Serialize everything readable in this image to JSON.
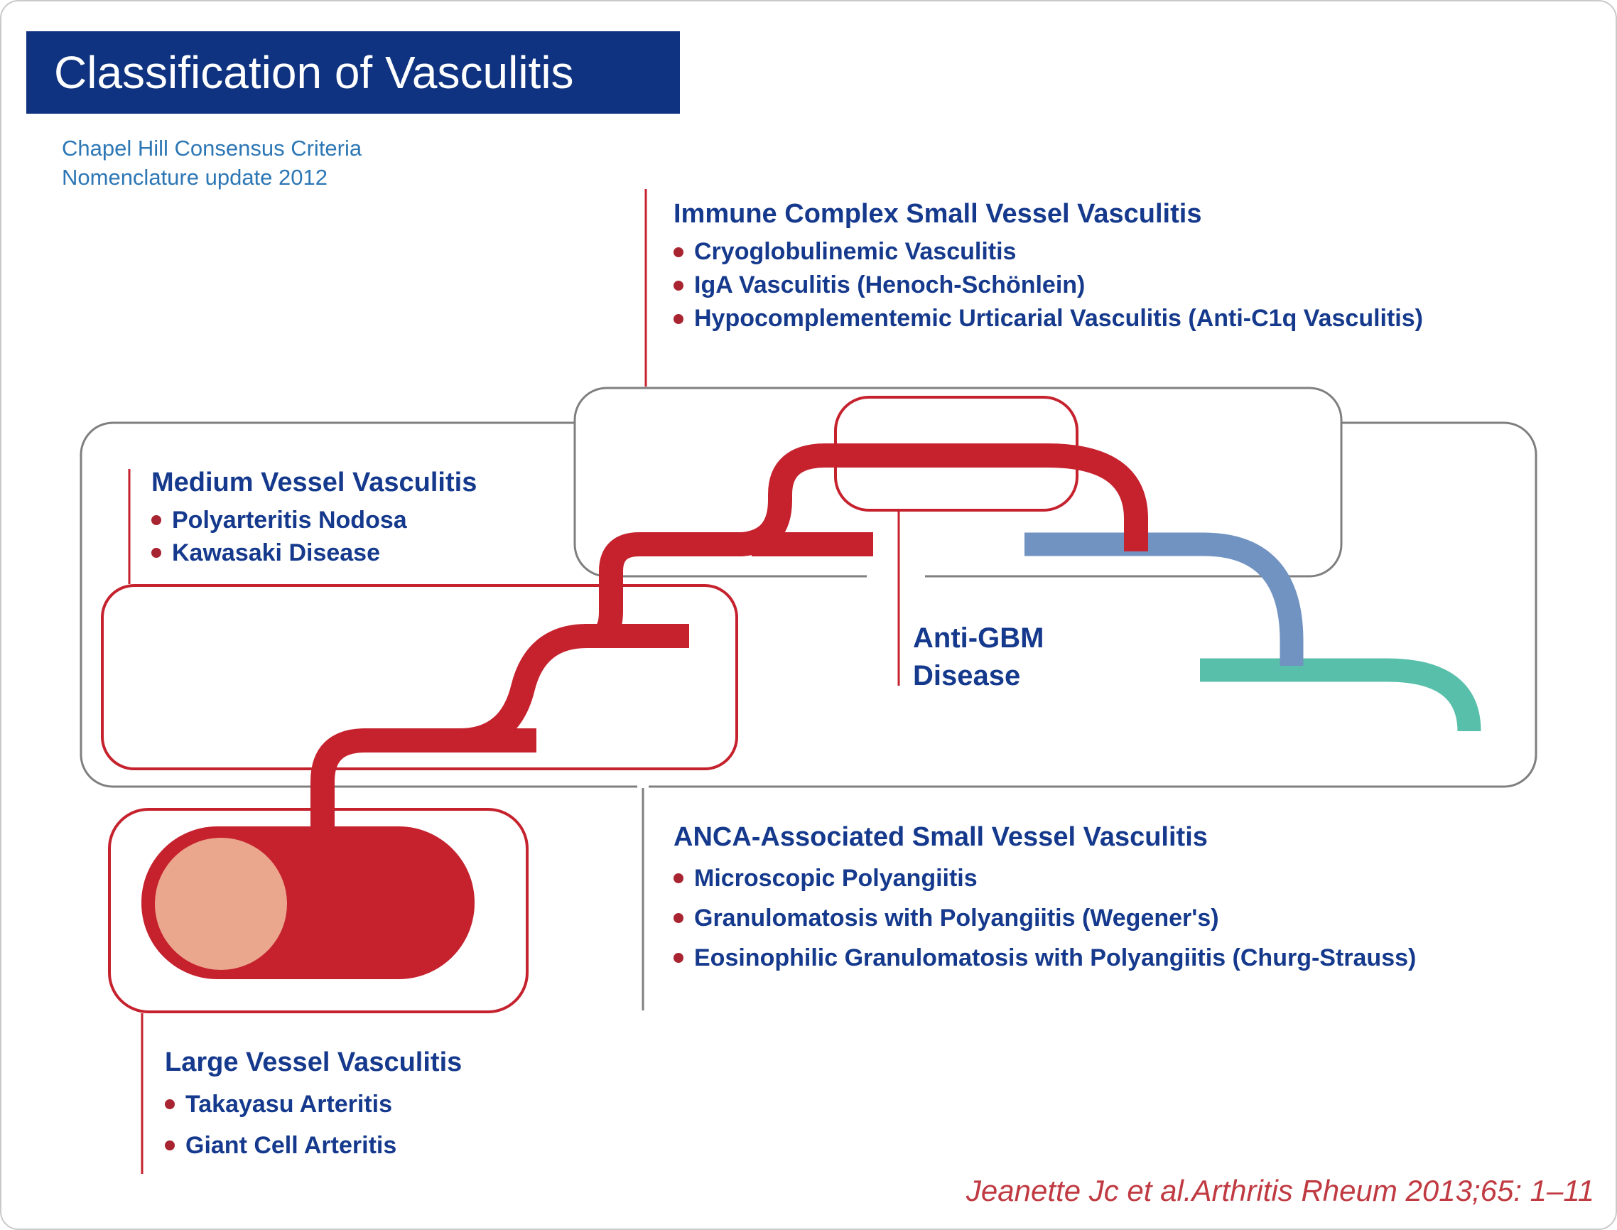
{
  "title": "Classification of Vasculitis",
  "subtitle": {
    "line1": "Chapel Hill Consensus Criteria",
    "line2": "Nomenclature update 2012"
  },
  "sections": {
    "immune_complex": {
      "heading": "Immune Complex Small Vessel Vasculitis",
      "items": [
        "Cryoglobulinemic Vasculitis",
        "IgA Vasculitis (Henoch-Schönlein)",
        "Hypocomplementemic Urticarial Vasculitis (Anti-C1q Vasculitis)"
      ]
    },
    "medium_vessel": {
      "heading": "Medium Vessel Vasculitis",
      "items": [
        "Polyarteritis Nodosa",
        "Kawasaki Disease"
      ]
    },
    "anca": {
      "heading": "ANCA-Associated Small Vessel Vasculitis",
      "items": [
        "Microscopic Polyangiitis",
        "Granulomatosis with Polyangiitis (Wegener's)",
        "Eosinophilic Granulomatosis with Polyangiitis (Churg-Strauss)"
      ]
    },
    "large_vessel": {
      "heading": "Large Vessel Vasculitis",
      "items": [
        "Takayasu Arteritis",
        "Giant Cell Arteritis"
      ]
    },
    "anti_gbm": {
      "line1": "Anti-GBM",
      "line2": "Disease"
    }
  },
  "citation": "Jeanette Jc et al.Arthritis Rheum 2013;65: 1–11",
  "colors": {
    "artery_red": "#c5222e",
    "vein_blue": "#7193c2",
    "capillary_teal": "#58bfab",
    "lumen_salmon": "#eba68e",
    "box_gray": "#7f7f7f",
    "text_navy": "#15398c",
    "title_band_blue": "#0f3380",
    "subtitle_blue": "#2d77b5",
    "bullet_red": "#a82430",
    "citation_red": "#c03a42"
  }
}
